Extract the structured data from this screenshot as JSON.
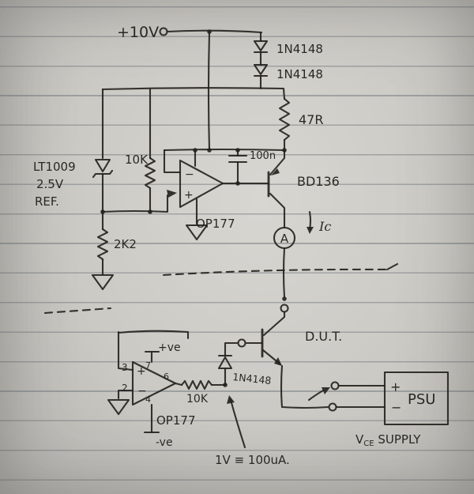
{
  "colors": {
    "ink": "#26241f",
    "paper": "#c9c7c2",
    "rule": "#6e767c"
  },
  "labels": {
    "supply": "+10V",
    "diode1": "1N4148",
    "diode2": "1N4148",
    "r47": "47R",
    "ref_name": "LT1009",
    "ref_volt": "2.5V",
    "ref_word": "REF.",
    "r10k_top": "10K",
    "cap": "100n",
    "opamp1": "OP177",
    "opamp1_minus": "−",
    "opamp1_plus": "+",
    "bd136": "BD136",
    "ic": "Ic",
    "ammeter": "A",
    "r2k2": "2K2",
    "dut": "D.U.T.",
    "diode3": "1N4148",
    "r10k_bot": "10K",
    "opamp2": "OP177",
    "opamp2_plus": "+",
    "opamp2_minus": "−",
    "pin3": "3",
    "pin2": "2",
    "pin7": "7",
    "pin4": "4",
    "pin6": "6",
    "plus_ve": "+ve",
    "minus_ve": "-ve",
    "annotation": "1V ≡ 100uA.",
    "psu": "PSU",
    "psu_plus": "+",
    "psu_minus": "−",
    "vce_v": "V",
    "vce_sub": "CE",
    "vce_rest": " SUPPLY"
  }
}
